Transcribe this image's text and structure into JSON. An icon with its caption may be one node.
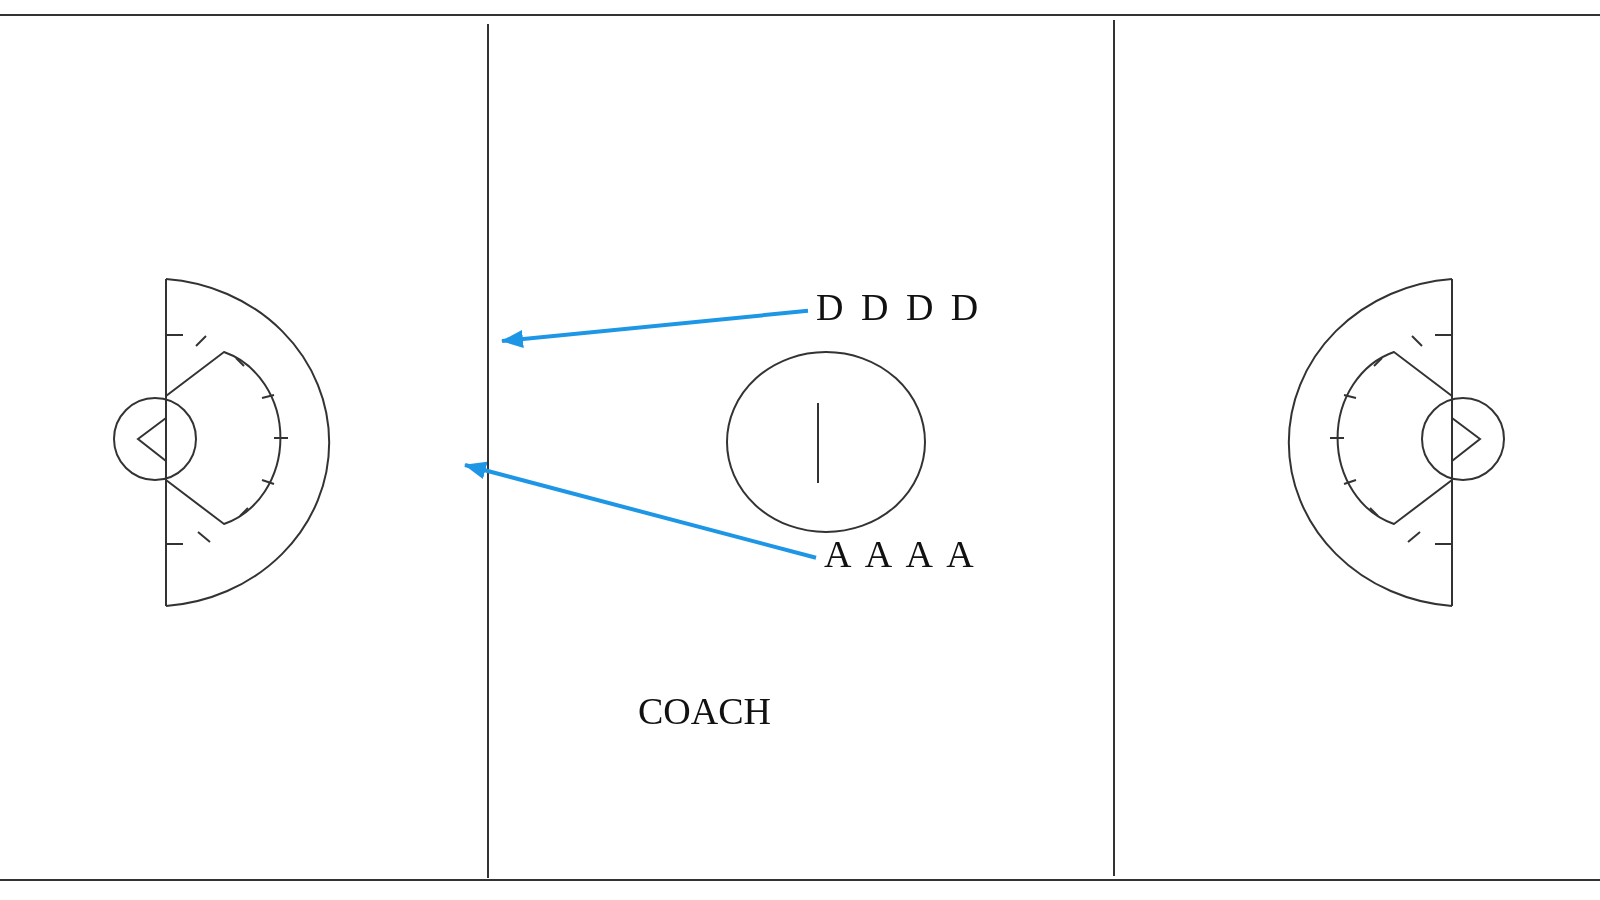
{
  "diagram": {
    "nodes": [
      {
        "text": [
          "D D D D"
        ]
      },
      {
        "text": [
          "A A A A"
        ]
      }
    ],
    "edges": [
      {
        "from": 0,
        "to": null,
        "arrow": "to"
      },
      {
        "from": 1,
        "to": null,
        "arrow": "to"
      }
    ],
    "labels": [
      "COACH"
    ]
  }
}
